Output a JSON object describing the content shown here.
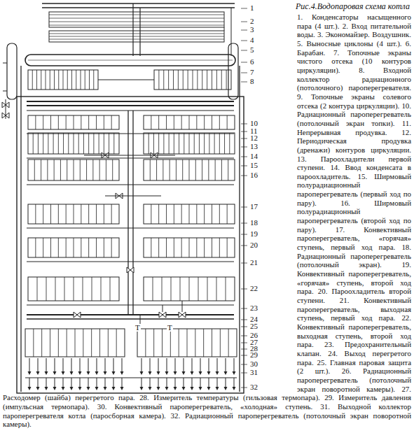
{
  "diagram": {
    "title": "Рис.4.Водопаровая схема котла",
    "caption": "1. Конденсаторы насыщенного пара (4 шт.). 2. Вход питательной воды. 3. Экономайзер. Воздушник. 5. Выносные циклоны (4 шт.). 6. Барабан. 7. Топочные экраны чистого отсека (10 контуров циркуляции). 8. Входной коллектор радиационного (потолочного) пароперегревателя. 9. Топочные экраны солевого отсека (2 контура циркуляции). 10. Радиационный пароперегреватель (потолочный экран топки). 11. Непрерывная продувка. 12. Периодическая продувка (дренажи) контуров циркуляции. 13. Пароохладители первой ступени. 14. Ввод конденсата в пароохладитель. 15. Ширмовый полурадиационный пароперегреватель (первый ход по пару). 16. Ширмовый полурадиационный пароперегреватель (второй ход по пару). 17. Конвективный пароперегреватель, «горячая» ступень, первый ход пара. 18. Радиационный пароперегреватель (потолочный экран). 19. Конвективный пароперегреватель, «горячая» ступень, второй ход пара. 20. Пароохладитель второй ступени. 21. Конвективный пароперегреватель, выходная ступень, первый ход пара. 22. Конвективный пароперегреватель, выходная ступень, второй ход пара. 23. Предохранительный клапан. 24. Выход перегретого пара. 25. Главная паровая защита (2 шт.). 26. Радиационный пароперегреватель (потолочный экран поворотной камеры). 27. Расходомер (шайба) перегретого пара. 28. Измеритель температуры (гильзовая термопара). 29. Измеритель давления (импульсная термопара). 30. Конвективный пароперегреватель, «холодная» ступень. 31. Выходной коллектор пароперегревателя котла (паросборная камера). 32. Радиационный пароперегреватель (потолочный экран поворотной камеры).",
    "labels": [
      "1",
      "2",
      "3",
      "4",
      "5",
      "6",
      "7",
      "8",
      "10",
      "11",
      "12",
      "13",
      "14",
      "15",
      "16",
      "17",
      "18",
      "19",
      "20",
      "21",
      "22",
      "23",
      "24",
      "25",
      "26",
      "27",
      "28",
      "29",
      "30",
      "31",
      "32",
      "T",
      "T"
    ]
  }
}
